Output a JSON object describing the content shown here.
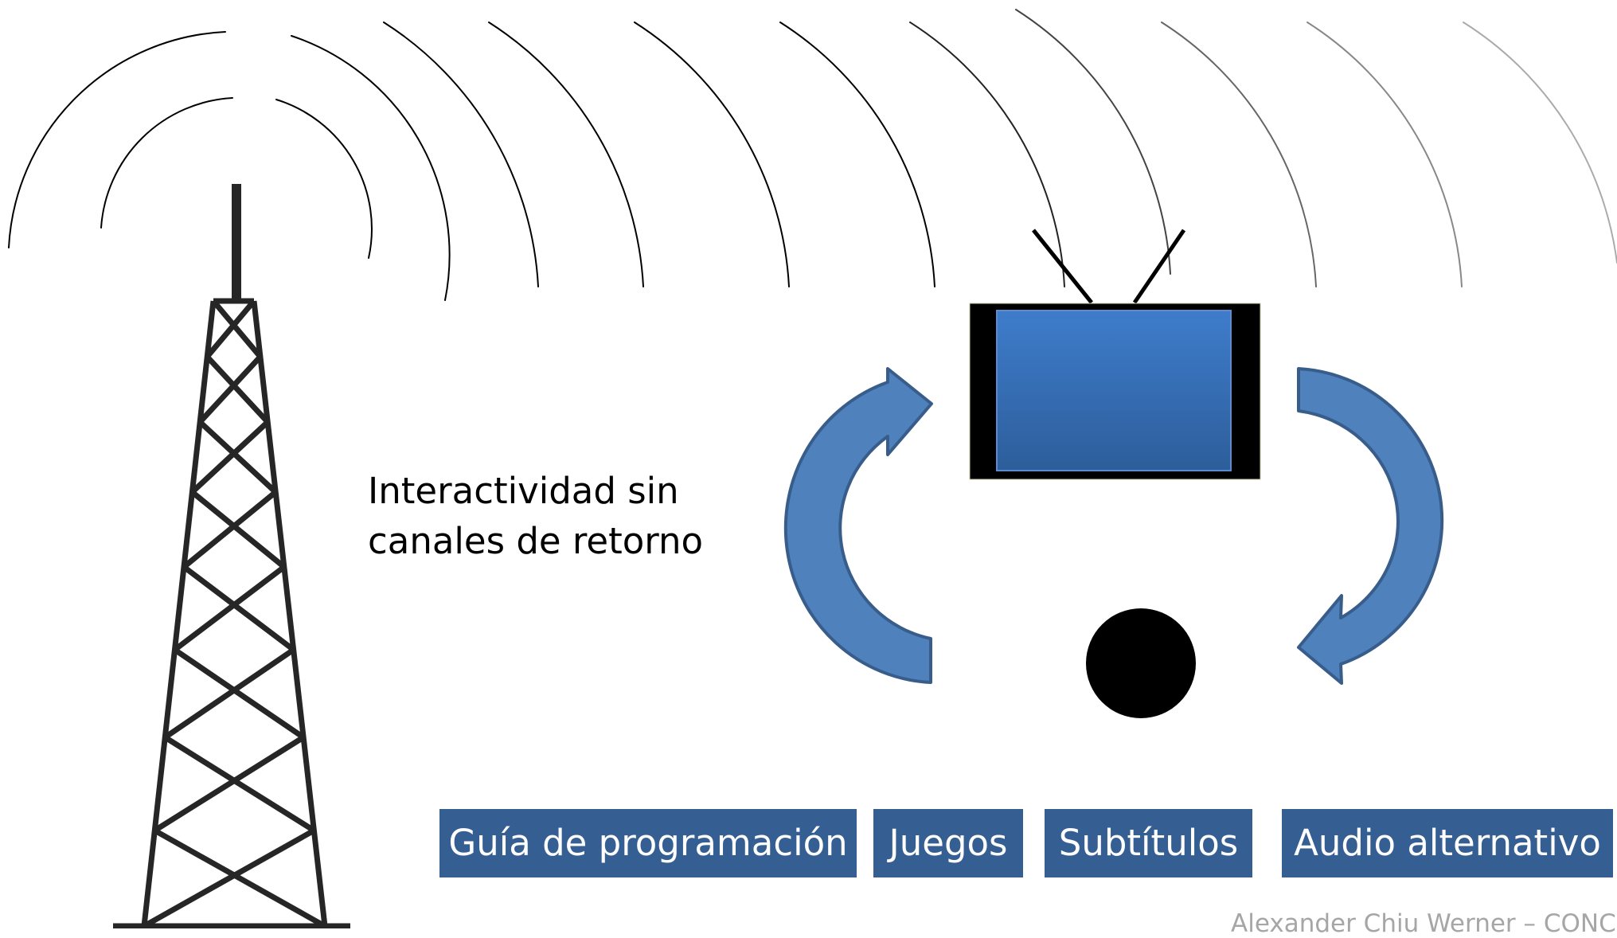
{
  "caption": {
    "line1": "Interactividad sin",
    "line2": "canales de retorno"
  },
  "services": [
    {
      "label": "Guía de programación"
    },
    {
      "label": "Juegos"
    },
    {
      "label": "Subtítulos"
    },
    {
      "label": "Audio alternativo"
    }
  ],
  "footer": "Alexander Chiu Werner – CONCORT",
  "icons": {
    "tower": "broadcast-tower-icon",
    "waves": "signal-waves-icon",
    "tv": "television-icon",
    "viewer": "viewer-icon",
    "arrows": "circular-arrows-icon"
  },
  "colors": {
    "service_box": "#355f93",
    "arrow_fill": "#4f81bd",
    "arrow_stroke": "#385d8a",
    "screen_top": "#3e7ccb",
    "screen_bottom": "#2d5e9b"
  }
}
